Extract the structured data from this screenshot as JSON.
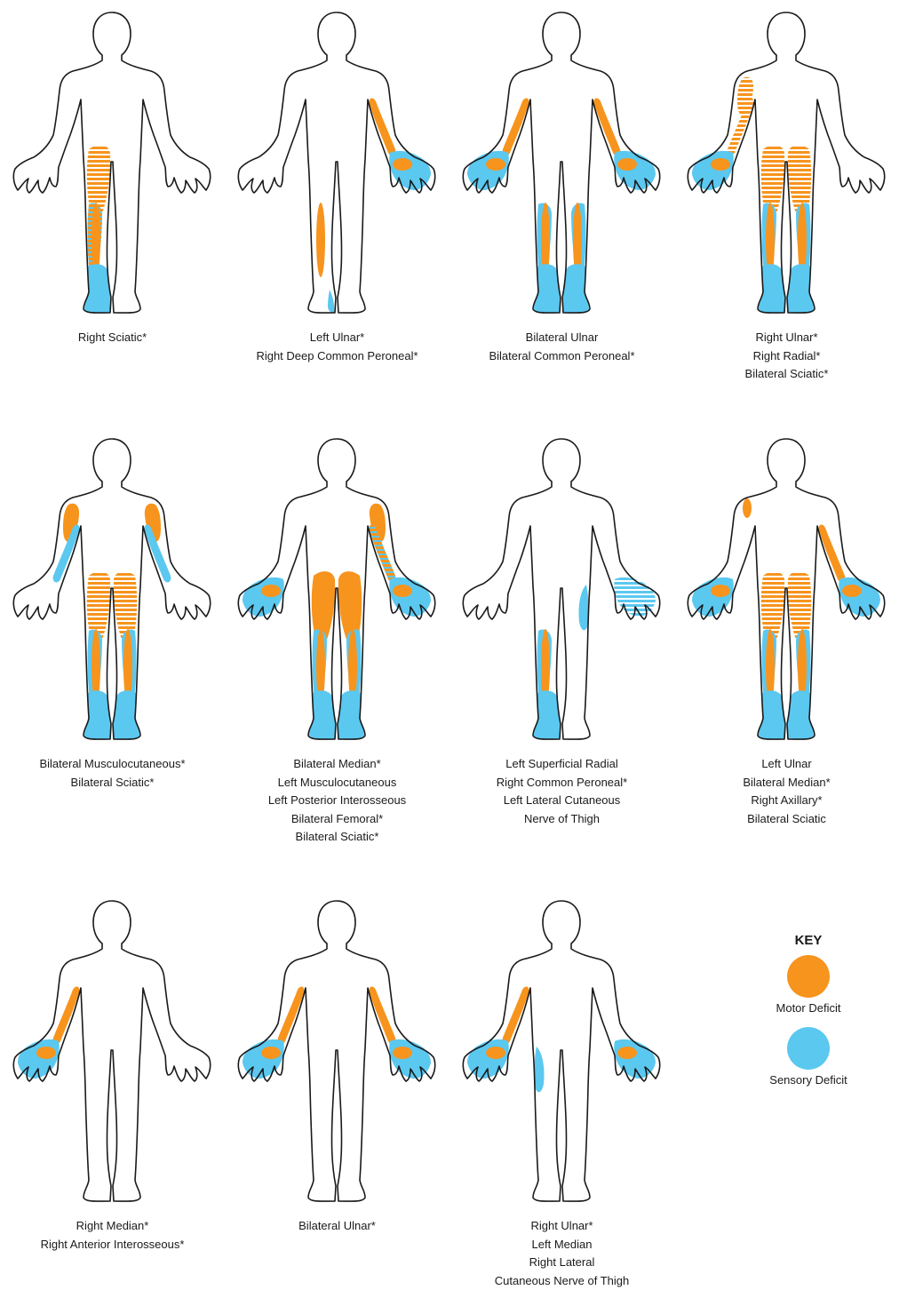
{
  "colors": {
    "motor": "#f7941d",
    "sensory": "#5bc8f0",
    "outline": "#1a1a1a"
  },
  "cases": [
    {
      "captions": [
        "Right Sciatic*"
      ],
      "marks": [
        {
          "region": "R_thigh",
          "kind": "motor",
          "style": "stripe"
        },
        {
          "region": "R_leg",
          "kind": "sensory",
          "style": "solid"
        },
        {
          "region": "R_leg",
          "kind": "motor",
          "style": "stripe"
        },
        {
          "region": "R_shin",
          "kind": "motor",
          "style": "solid"
        },
        {
          "region": "R_foot",
          "kind": "sensory",
          "style": "solid"
        }
      ]
    },
    {
      "captions": [
        "Left Ulnar*",
        "Right Deep Common Peroneal*"
      ],
      "marks": [
        {
          "region": "L_forearm",
          "kind": "motor",
          "style": "solid"
        },
        {
          "region": "L_hand",
          "kind": "sensory",
          "style": "solid"
        },
        {
          "region": "L_hand",
          "kind": "motor",
          "style": "blob"
        },
        {
          "region": "R_shin",
          "kind": "motor",
          "style": "solid"
        },
        {
          "region": "R_web",
          "kind": "sensory",
          "style": "solid"
        }
      ]
    },
    {
      "captions": [
        "Bilateral Ulnar",
        "Bilateral Common Peroneal*"
      ],
      "marks": [
        {
          "region": "R_forearm",
          "kind": "motor",
          "style": "solid"
        },
        {
          "region": "R_hand",
          "kind": "sensory",
          "style": "solid"
        },
        {
          "region": "R_hand",
          "kind": "motor",
          "style": "blob"
        },
        {
          "region": "L_forearm",
          "kind": "motor",
          "style": "solid"
        },
        {
          "region": "L_hand",
          "kind": "sensory",
          "style": "solid"
        },
        {
          "region": "L_hand",
          "kind": "motor",
          "style": "blob"
        },
        {
          "region": "R_leg",
          "kind": "sensory",
          "style": "solid"
        },
        {
          "region": "R_shin",
          "kind": "motor",
          "style": "solid"
        },
        {
          "region": "R_foot",
          "kind": "sensory",
          "style": "solid"
        },
        {
          "region": "L_leg",
          "kind": "sensory",
          "style": "solid"
        },
        {
          "region": "L_shin",
          "kind": "motor",
          "style": "solid"
        },
        {
          "region": "L_foot",
          "kind": "sensory",
          "style": "solid"
        }
      ]
    },
    {
      "captions": [
        "Right Ulnar*",
        "Right Radial*",
        "Bilateral Sciatic*"
      ],
      "marks": [
        {
          "region": "R_upperarm",
          "kind": "motor",
          "style": "stripe"
        },
        {
          "region": "R_forearm",
          "kind": "motor",
          "style": "stripe"
        },
        {
          "region": "R_hand",
          "kind": "sensory",
          "style": "solid"
        },
        {
          "region": "R_hand",
          "kind": "motor",
          "style": "blob"
        },
        {
          "region": "R_thigh",
          "kind": "motor",
          "style": "stripe"
        },
        {
          "region": "L_thigh",
          "kind": "motor",
          "style": "stripe"
        },
        {
          "region": "R_leg",
          "kind": "sensory",
          "style": "solid"
        },
        {
          "region": "L_leg",
          "kind": "sensory",
          "style": "solid"
        },
        {
          "region": "R_shin",
          "kind": "motor",
          "style": "solid"
        },
        {
          "region": "L_shin",
          "kind": "motor",
          "style": "solid"
        },
        {
          "region": "R_foot",
          "kind": "sensory",
          "style": "solid"
        },
        {
          "region": "L_foot",
          "kind": "sensory",
          "style": "solid"
        }
      ]
    },
    {
      "captions": [
        "Bilateral Musculocutaneous*",
        "Bilateral Sciatic*"
      ],
      "marks": [
        {
          "region": "R_upperarm",
          "kind": "motor",
          "style": "solid"
        },
        {
          "region": "L_upperarm",
          "kind": "motor",
          "style": "solid"
        },
        {
          "region": "R_forearm",
          "kind": "sensory",
          "style": "solid"
        },
        {
          "region": "L_forearm",
          "kind": "sensory",
          "style": "solid"
        },
        {
          "region": "R_thigh",
          "kind": "motor",
          "style": "stripe"
        },
        {
          "region": "L_thigh",
          "kind": "motor",
          "style": "stripe"
        },
        {
          "region": "R_leg",
          "kind": "sensory",
          "style": "solid"
        },
        {
          "region": "L_leg",
          "kind": "sensory",
          "style": "solid"
        },
        {
          "region": "R_shin",
          "kind": "motor",
          "style": "solid"
        },
        {
          "region": "L_shin",
          "kind": "motor",
          "style": "solid"
        },
        {
          "region": "R_foot",
          "kind": "sensory",
          "style": "solid"
        },
        {
          "region": "L_foot",
          "kind": "sensory",
          "style": "solid"
        }
      ]
    },
    {
      "captions": [
        "Bilateral Median*",
        "Left Musculocutaneous",
        "Left Posterior Interosseous",
        "Bilateral Femoral*",
        "Bilateral Sciatic*"
      ],
      "marks": [
        {
          "region": "L_upperarm",
          "kind": "motor",
          "style": "solid"
        },
        {
          "region": "L_forearm",
          "kind": "sensory",
          "style": "solid"
        },
        {
          "region": "L_forearm",
          "kind": "motor",
          "style": "stripe"
        },
        {
          "region": "R_hand",
          "kind": "sensory",
          "style": "solid"
        },
        {
          "region": "R_hand",
          "kind": "motor",
          "style": "blob"
        },
        {
          "region": "L_hand",
          "kind": "sensory",
          "style": "solid"
        },
        {
          "region": "L_hand",
          "kind": "motor",
          "style": "blob"
        },
        {
          "region": "R_thigh",
          "kind": "motor",
          "style": "solid"
        },
        {
          "region": "L_thigh",
          "kind": "motor",
          "style": "solid"
        },
        {
          "region": "R_leg",
          "kind": "sensory",
          "style": "solid"
        },
        {
          "region": "L_leg",
          "kind": "sensory",
          "style": "solid"
        },
        {
          "region": "R_shin",
          "kind": "motor",
          "style": "solid"
        },
        {
          "region": "L_shin",
          "kind": "motor",
          "style": "solid"
        },
        {
          "region": "R_foot",
          "kind": "sensory",
          "style": "solid"
        },
        {
          "region": "L_foot",
          "kind": "sensory",
          "style": "solid"
        }
      ]
    },
    {
      "captions": [
        "Left Superficial Radial",
        "Right Common Peroneal*",
        "Left Lateral Cutaneous",
        "Nerve of Thigh"
      ],
      "marks": [
        {
          "region": "L_hand",
          "kind": "sensory",
          "style": "stripe"
        },
        {
          "region": "L_latthigh",
          "kind": "sensory",
          "style": "solid"
        },
        {
          "region": "R_leg",
          "kind": "sensory",
          "style": "solid"
        },
        {
          "region": "R_shin",
          "kind": "motor",
          "style": "solid"
        },
        {
          "region": "R_foot",
          "kind": "sensory",
          "style": "solid"
        }
      ]
    },
    {
      "captions": [
        "Left Ulnar",
        "Bilateral Median*",
        "Right Axillary*",
        "Bilateral Sciatic"
      ],
      "marks": [
        {
          "region": "R_shoulder",
          "kind": "motor",
          "style": "solid"
        },
        {
          "region": "R_hand",
          "kind": "sensory",
          "style": "solid"
        },
        {
          "region": "R_hand",
          "kind": "motor",
          "style": "blob"
        },
        {
          "region": "L_forearm",
          "kind": "motor",
          "style": "solid"
        },
        {
          "region": "L_hand",
          "kind": "sensory",
          "style": "solid"
        },
        {
          "region": "L_hand",
          "kind": "motor",
          "style": "blob"
        },
        {
          "region": "R_thigh",
          "kind": "motor",
          "style": "stripe"
        },
        {
          "region": "L_thigh",
          "kind": "motor",
          "style": "stripe"
        },
        {
          "region": "R_leg",
          "kind": "sensory",
          "style": "solid"
        },
        {
          "region": "L_leg",
          "kind": "sensory",
          "style": "solid"
        },
        {
          "region": "R_shin",
          "kind": "motor",
          "style": "solid"
        },
        {
          "region": "L_shin",
          "kind": "motor",
          "style": "solid"
        },
        {
          "region": "R_foot",
          "kind": "sensory",
          "style": "solid"
        },
        {
          "region": "L_foot",
          "kind": "sensory",
          "style": "solid"
        }
      ]
    },
    {
      "captions": [
        "Right Median*",
        "Right Anterior Interosseous*"
      ],
      "marks": [
        {
          "region": "R_forearm",
          "kind": "motor",
          "style": "solid"
        },
        {
          "region": "R_hand",
          "kind": "sensory",
          "style": "solid"
        },
        {
          "region": "R_hand",
          "kind": "motor",
          "style": "blob"
        }
      ]
    },
    {
      "captions": [
        "Bilateral Ulnar*"
      ],
      "marks": [
        {
          "region": "R_forearm",
          "kind": "motor",
          "style": "solid"
        },
        {
          "region": "L_forearm",
          "kind": "motor",
          "style": "solid"
        },
        {
          "region": "R_hand",
          "kind": "sensory",
          "style": "solid"
        },
        {
          "region": "R_hand",
          "kind": "motor",
          "style": "blob"
        },
        {
          "region": "L_hand",
          "kind": "sensory",
          "style": "solid"
        },
        {
          "region": "L_hand",
          "kind": "motor",
          "style": "blob"
        }
      ]
    },
    {
      "captions": [
        "Right Ulnar*",
        "Left Median",
        "Right Lateral",
        "Cutaneous Nerve of Thigh"
      ],
      "marks": [
        {
          "region": "R_forearm",
          "kind": "motor",
          "style": "solid"
        },
        {
          "region": "R_hand",
          "kind": "sensory",
          "style": "solid"
        },
        {
          "region": "R_hand",
          "kind": "motor",
          "style": "blob"
        },
        {
          "region": "L_hand",
          "kind": "sensory",
          "style": "solid"
        },
        {
          "region": "L_hand",
          "kind": "motor",
          "style": "blob"
        },
        {
          "region": "R_latthigh",
          "kind": "sensory",
          "style": "solid"
        }
      ]
    }
  ],
  "key": {
    "title": "KEY",
    "motor_label": "Motor Deficit",
    "sensory_label": "Sensory Deficit"
  }
}
